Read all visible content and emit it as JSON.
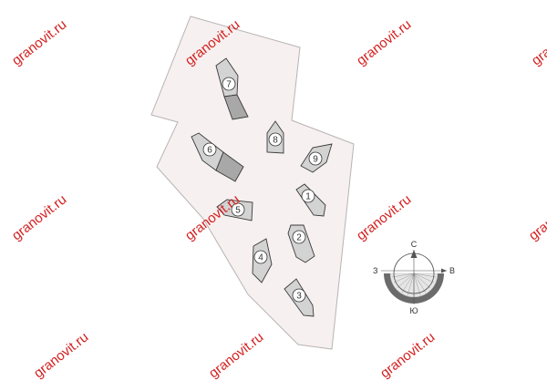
{
  "watermark": {
    "text": "granovit.ru",
    "color": "#d42020"
  },
  "colors": {
    "site_fill": "#f7f0f0",
    "site_stroke": "#b8b3b3",
    "plot_light": "#d3d3d3",
    "plot_dark": "#a8a8a8",
    "plot_stroke": "#3a3a3a",
    "compass_arc": "#6b6b6b"
  },
  "plots": [
    {
      "number": "1",
      "icon": "grave-plot-icon"
    },
    {
      "number": "2",
      "icon": "grave-plot-icon"
    },
    {
      "number": "3",
      "icon": "grave-plot-icon"
    },
    {
      "number": "4",
      "icon": "grave-plot-icon"
    },
    {
      "number": "5",
      "icon": "grave-plot-icon"
    },
    {
      "number": "6",
      "icon": "double-grave-plot-icon"
    },
    {
      "number": "7",
      "icon": "double-grave-plot-icon"
    },
    {
      "number": "8",
      "icon": "grave-plot-icon"
    },
    {
      "number": "9",
      "icon": "grave-plot-icon"
    }
  ],
  "compass": {
    "north": "С",
    "south": "Ю",
    "east": "В",
    "west": "З",
    "icon": "compass-rose-icon"
  }
}
